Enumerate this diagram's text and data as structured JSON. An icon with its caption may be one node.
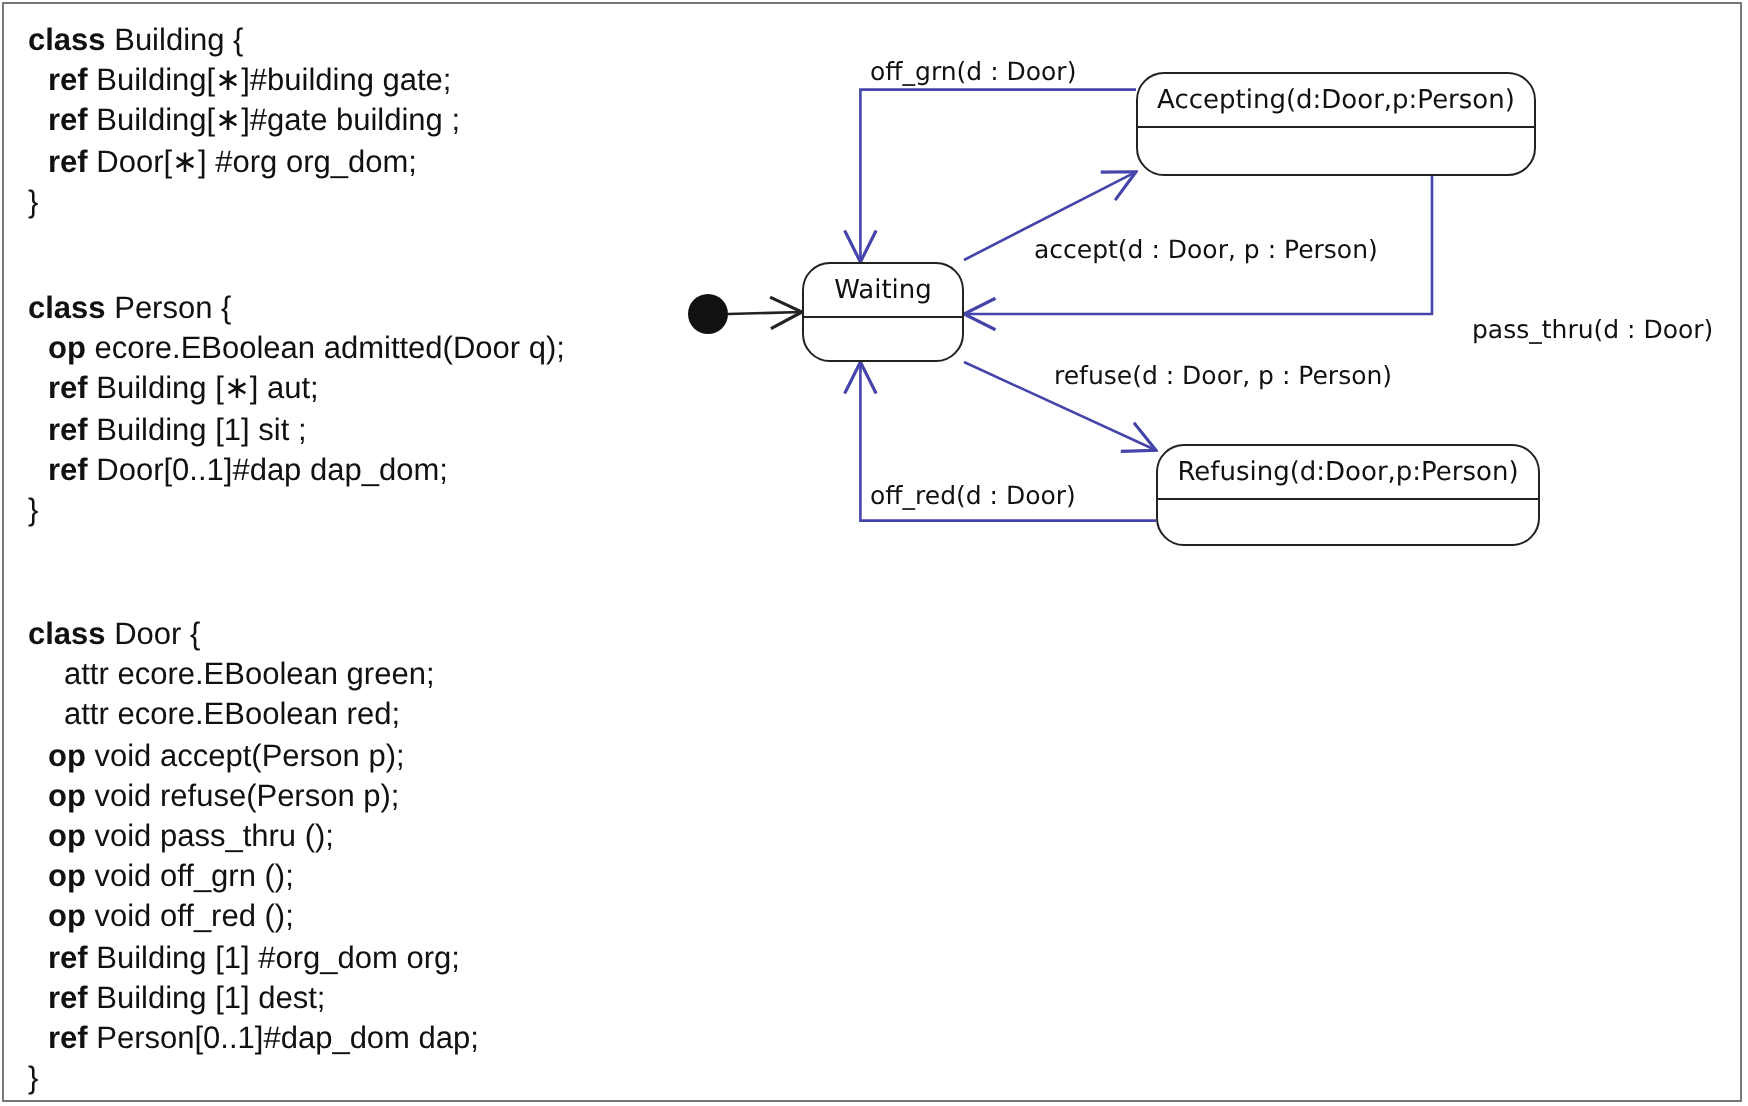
{
  "diagram": {
    "nodes": [
      {
        "text": [],
        "shape": "circle"
      },
      {
        "text": [
          "Waiting"
        ]
      },
      {
        "text": [
          "Accepting(d:Door,p:Person)"
        ]
      },
      {
        "text": [
          "Refusing(d:Door,p:Person)"
        ]
      }
    ],
    "edges": [
      {
        "from": 0,
        "to": 1,
        "arrow": "to",
        "color": "#222222"
      },
      {
        "from": 1,
        "to": 2,
        "arrow": "to",
        "label": "accept(d : Door, p : Person)"
      },
      {
        "from": 2,
        "to": 1,
        "arrow": "to",
        "label": "off_grn(d : Door)"
      },
      {
        "from": 2,
        "to": 1,
        "arrow": "to",
        "label": "pass_thru(d : Door)"
      },
      {
        "from": 1,
        "to": 3,
        "arrow": "to",
        "label": "refuse(d : Door, p : Person)"
      },
      {
        "from": 3,
        "to": 1,
        "arrow": "to",
        "label": "off_red(d : Door)"
      }
    ],
    "labels": [
      "**class** Building {",
      "**ref** Building[∗]#building gate;",
      "**ref** Building[∗]#gate building ;",
      "**ref** Door[∗] #org org_dom;",
      "}",
      "**class** Person {",
      "**op** ecore.EBoolean admitted(Door q);",
      "**ref** Building [∗] aut;",
      "**ref** Building [1] sit ;",
      "**ref** Door[0..1]#dap dap_dom;",
      "}",
      "**class** Door {",
      "attr ecore.EBoolean green;",
      "attr ecore.EBoolean red;",
      "**op** void accept(Person p);",
      "**op** void refuse(Person p);",
      "**op** void pass_thru ();",
      "**op** void off_grn ();",
      "**op** void off_red ();",
      "**ref** Building [1] #org_dom org;",
      "**ref** Building [1] dest;",
      "**ref** Person[0..1]#dap_dom dap;",
      "}"
    ]
  }
}
